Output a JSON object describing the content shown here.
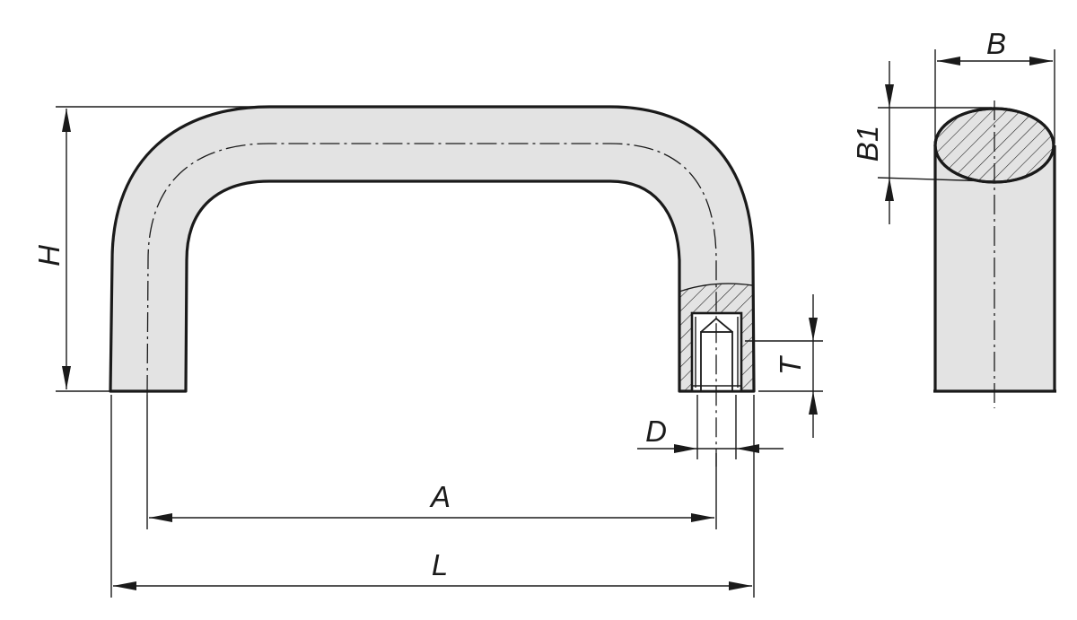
{
  "colors": {
    "part_fill": "#e3e3e3",
    "line": "#1a1a1a",
    "background": "#ffffff"
  },
  "dimensions": {
    "L": "L",
    "A": "A",
    "H": "H",
    "T": "T",
    "D": "D",
    "B": "B",
    "B1": "B1"
  }
}
